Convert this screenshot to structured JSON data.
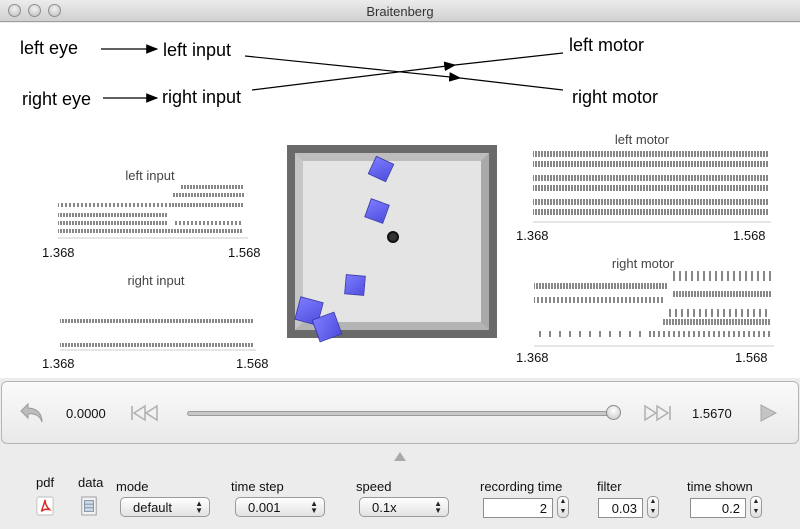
{
  "window": {
    "title": "Braitenberg"
  },
  "diagram": {
    "left_eye": "left eye",
    "right_eye": "right eye",
    "left_input": "left input",
    "right_input": "right input",
    "left_motor": "left motor",
    "right_motor": "right motor"
  },
  "rasters": {
    "left_input": {
      "title": "left input",
      "t_start": "1.368",
      "t_end": "1.568"
    },
    "right_input": {
      "title": "right input",
      "t_start": "1.368",
      "t_end": "1.568"
    },
    "left_motor": {
      "title": "left motor",
      "t_start": "1.368",
      "t_end": "1.568"
    },
    "right_motor": {
      "title": "right motor",
      "t_start": "1.368",
      "t_end": "1.568"
    }
  },
  "playback": {
    "current_time": "0.0000",
    "end_time": "1.5670",
    "slider_fraction": 1.0,
    "icons": [
      "undo-icon",
      "skip-back-icon",
      "skip-forward-icon",
      "play-icon"
    ]
  },
  "controls": {
    "pdf_label": "pdf",
    "data_label": "data",
    "mode": {
      "label": "mode",
      "value": "default"
    },
    "time_step": {
      "label": "time step",
      "value": "0.001"
    },
    "speed": {
      "label": "speed",
      "value": "0.1x"
    },
    "recording_time": {
      "label": "recording time",
      "value": "2"
    },
    "filter": {
      "label": "filter",
      "value": "0.03"
    },
    "time_shown": {
      "label": "time shown",
      "value": "0.2"
    }
  },
  "colors": {
    "cube": "#5f5fef",
    "arena_frame": "#6a6a6a",
    "background": "#ececec"
  }
}
